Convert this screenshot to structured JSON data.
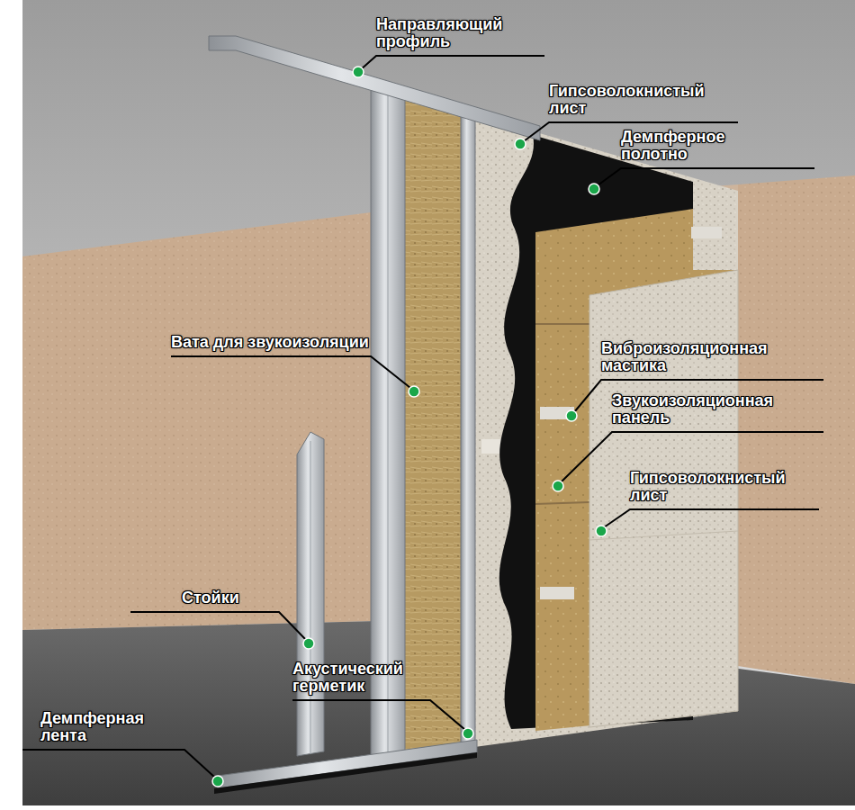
{
  "diagram": {
    "labels": [
      "Направляющий профиль",
      "Гипсоволокнистый лист",
      "Демпферное полотно",
      "Вата для звукоизоляции",
      "Виброизоляционная мастика",
      "Звукоизоляционная панель",
      "Гипсоволокнистый лист",
      "Стойки",
      "Акустический герметик",
      "Демпферная лента"
    ]
  }
}
